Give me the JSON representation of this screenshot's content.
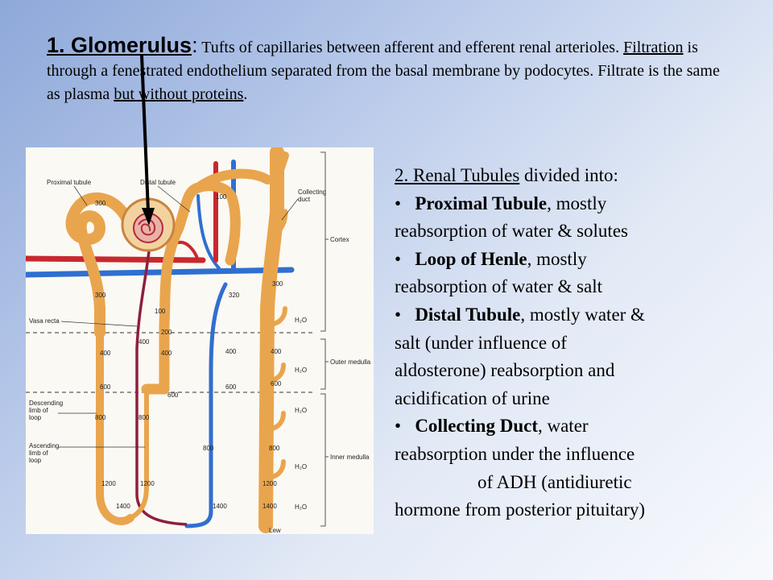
{
  "glomerulus": {
    "heading": "1. Glomerulus",
    "colon": ":",
    "text1": " Tufts of capillaries between afferent and efferent renal arterioles.  ",
    "filtration": "Filtration",
    "text2": " is through a fenestrated endothelium separated from the basal membrane by podocytes. Filtrate is the same as plasma ",
    "but_without": "but without proteins",
    "period": "."
  },
  "tubules": {
    "heading": "2. Renal Tubules",
    "heading_rest": " divided into:",
    "bullet": "•",
    "proximal_name": "Proximal Tubule",
    "proximal_desc_1": ", mostly",
    "proximal_desc_2": "reabsorption of water & solutes",
    "henle_name": "Loop of Henle",
    "henle_desc_1": ", mostly",
    "henle_desc_2": "reabsorption of water & salt",
    "distal_name": "Distal Tubule",
    "distal_desc_1": ", mostly water &",
    "distal_desc_2": "salt (under influence of",
    "distal_desc_3": "aldosterone) reabsorption and",
    "distal_desc_4": "acidification of urine",
    "collecting_name": "Collecting Duct",
    "collecting_desc_1": ", water",
    "collecting_desc_2": "reabsorption under the influence",
    "collecting_desc_3": "of ADH (antidiuretic",
    "collecting_desc_4": "hormone from posterior pituitary)"
  },
  "diagram": {
    "labels": {
      "proximal_tubule": "Proximal tubule",
      "distal_tubule": "Distal tubule",
      "collecting_duct_1": "Collecting",
      "collecting_duct_2": "duct",
      "cortex": "Cortex",
      "vasa_recta": "Vasa recta",
      "outer_medulla": "Outer medulla",
      "inner_medulla": "Inner medulla",
      "descending_1": "Descending",
      "descending_2": "limb of",
      "descending_3": "loop",
      "ascending_1": "Ascending",
      "ascending_2": "limb of",
      "ascending_3": "loop",
      "h2o": "H₂O",
      "artist": "Lew"
    },
    "numbers": {
      "n300a": "300",
      "n300b": "300",
      "n300c": "300",
      "n100a": "100",
      "n100b": "100",
      "n320": "320",
      "n200": "200",
      "n400a": "400",
      "n400b": "400",
      "n400c": "400",
      "n400d": "400",
      "n400e": "400",
      "n600a": "600",
      "n600b": "600",
      "n600c": "600",
      "n600d": "600",
      "n800a": "800",
      "n800b": "800",
      "n800c": "800",
      "n800d": "800",
      "n1200a": "1200",
      "n1200b": "1200",
      "n1200c": "1200",
      "n1400a": "1400",
      "n1400b": "1400",
      "n1400c": "1400"
    }
  },
  "colors": {
    "tubule": "#e9a54d",
    "artery": "#c8282f",
    "vein": "#2f6fd1",
    "vasa_recta_red": "#8e1f3a"
  }
}
